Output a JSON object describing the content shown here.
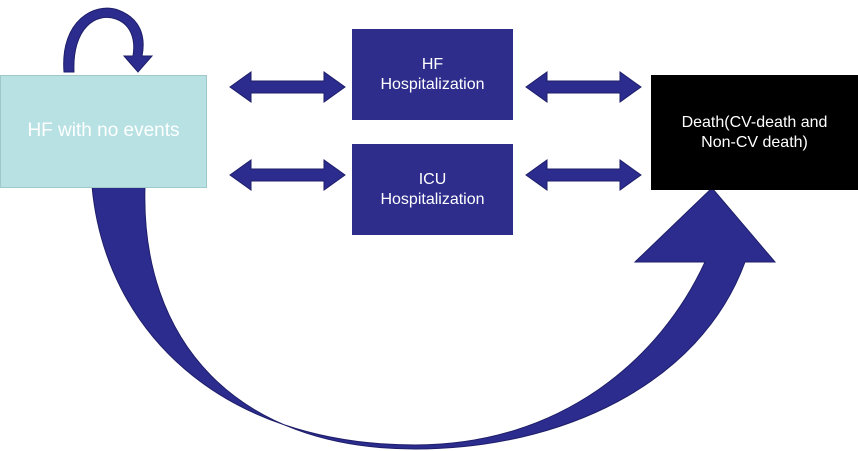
{
  "colors": {
    "arrow": "#2c2c8e",
    "arrow_edge": "#1e1e6a",
    "start_fill": "#b7e1e3",
    "start_text": "#ffffff",
    "hosp_fill": "#2e2d8c",
    "hosp_text": "#ffffff",
    "death_fill": "#000000",
    "death_text": "#ffffff"
  },
  "states": {
    "start": {
      "line1": "HF with no events"
    },
    "hf_hosp": {
      "line1": "HF",
      "line2": "Hospitalization"
    },
    "icu_hosp": {
      "line1": "ICU",
      "line2": "Hospitalization"
    },
    "death": {
      "line1": "Death(CV-death and",
      "line2": "Non-CV death)"
    }
  },
  "transitions": [
    {
      "from": "start",
      "to": "start",
      "style": "self-loop"
    },
    {
      "from": "start",
      "to": "hf_hosp",
      "style": "bidirectional"
    },
    {
      "from": "start",
      "to": "icu_hosp",
      "style": "bidirectional"
    },
    {
      "from": "hf_hosp",
      "to": "death",
      "style": "bidirectional"
    },
    {
      "from": "icu_hosp",
      "to": "death",
      "style": "bidirectional"
    },
    {
      "from": "start",
      "to": "death",
      "style": "curved-direct"
    }
  ]
}
